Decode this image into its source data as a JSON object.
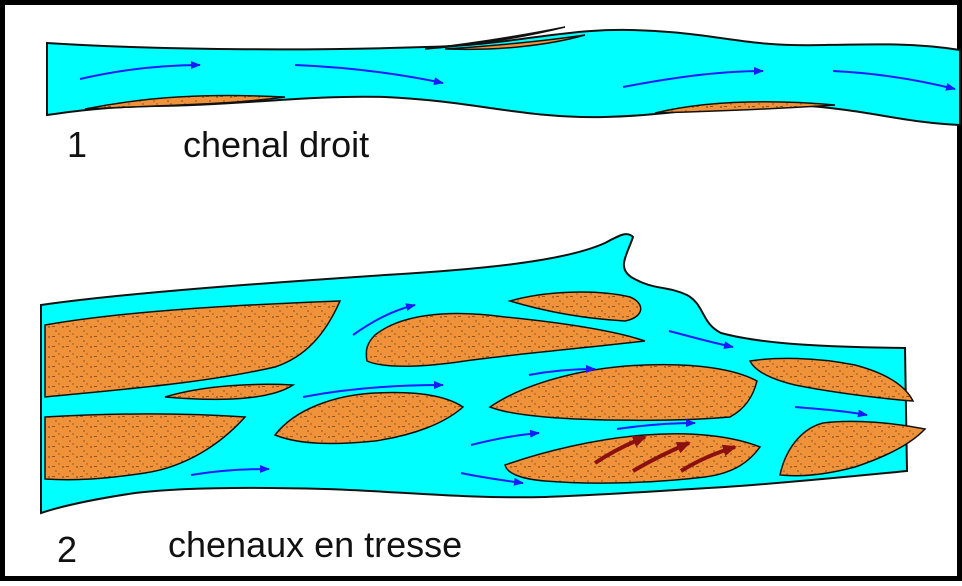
{
  "colors": {
    "water": "#00ffff",
    "sediment": "#f0923a",
    "outline": "#111111",
    "flow_arrow": "#1a1aff",
    "bar_arrow": "#8b1010",
    "frame": "#000000"
  },
  "panel1": {
    "number": "1",
    "label": "chenal droit"
  },
  "panel2": {
    "number": "2",
    "label": "chenaux en tresse"
  }
}
